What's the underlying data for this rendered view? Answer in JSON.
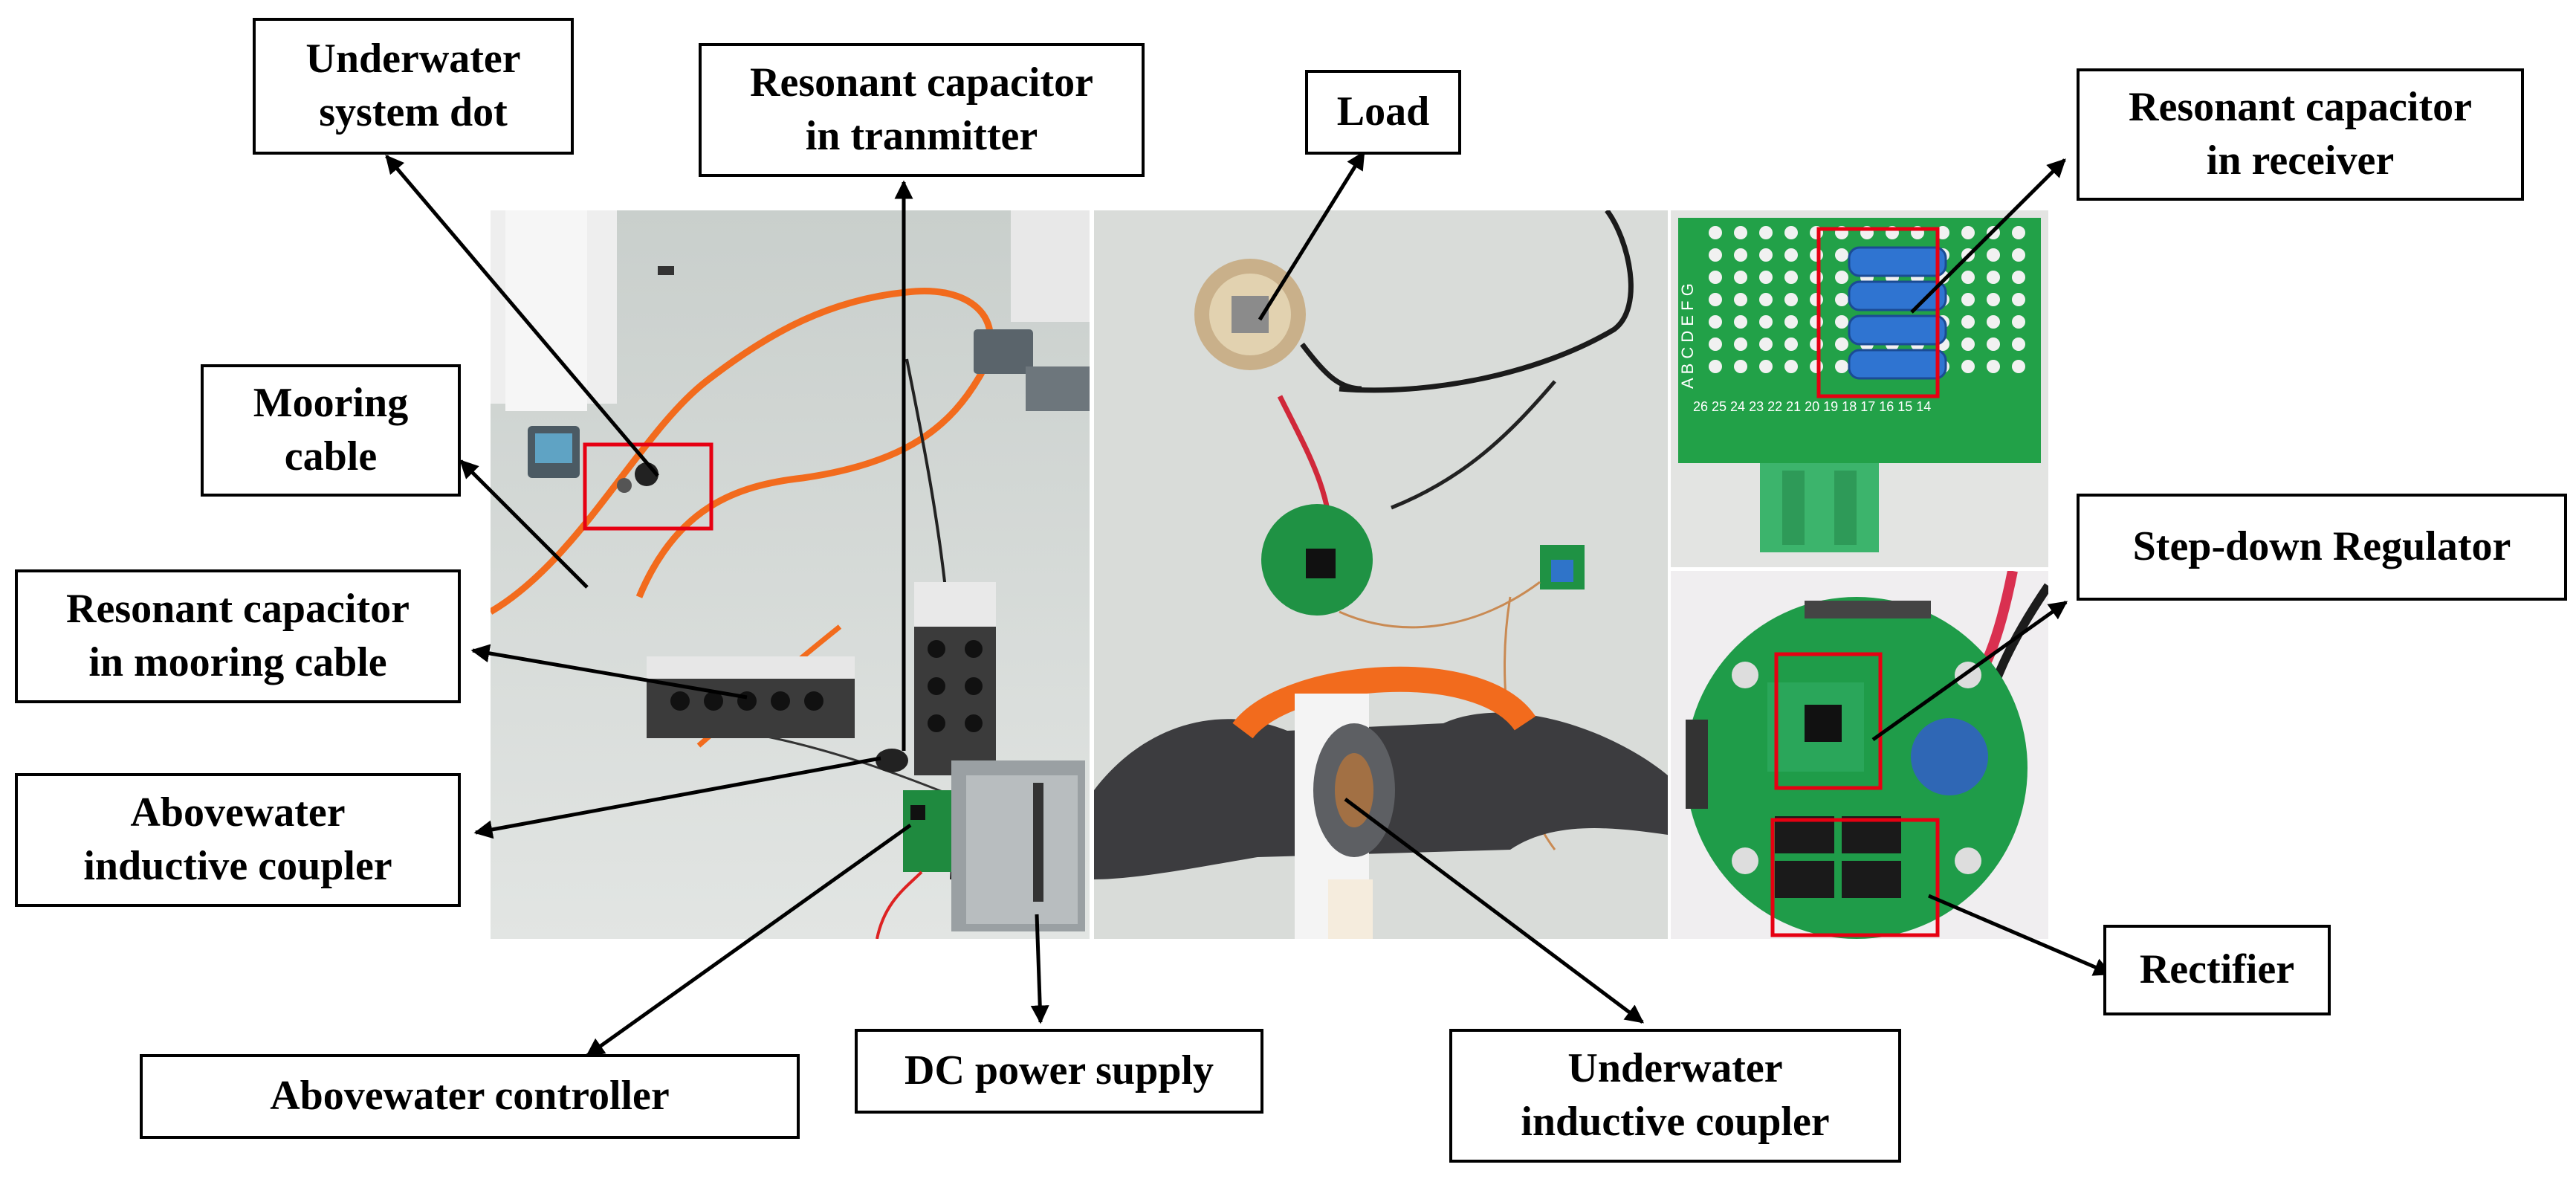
{
  "labels": {
    "underwater_system_dot": [
      "Underwater",
      "system dot"
    ],
    "resonant_cap_transmitter": [
      "Resonant capacitor",
      "in tranmitter"
    ],
    "load": [
      "Load"
    ],
    "resonant_cap_receiver": [
      "Resonant capacitor",
      "in receiver"
    ],
    "mooring_cable": [
      "Mooring",
      "cable"
    ],
    "step_down_regulator": [
      "Step-down Regulator"
    ],
    "resonant_cap_mooring": [
      "Resonant capacitor",
      "in mooring cable"
    ],
    "abovewater_coupler": [
      "Abovewater",
      "inductive coupler"
    ],
    "rectifier": [
      "Rectifier"
    ],
    "abovewater_controller": [
      "Abovewater controller"
    ],
    "dc_power_supply": [
      "DC power supply"
    ],
    "underwater_coupler": [
      "Underwater",
      "inductive coupler"
    ]
  },
  "pcb_text": {
    "row_letters": "A B C D E F G",
    "column_numbers": "26 25 24 23 22 21 20 19 18 17 16 15 14"
  },
  "colors": {
    "highlight_box": "#e60012",
    "line": "#000000",
    "pcb_green": "#16a34a",
    "cable_orange": "#f26b1d",
    "floor": "#d5d9d6",
    "capacitor_blue": "#2563c9"
  }
}
